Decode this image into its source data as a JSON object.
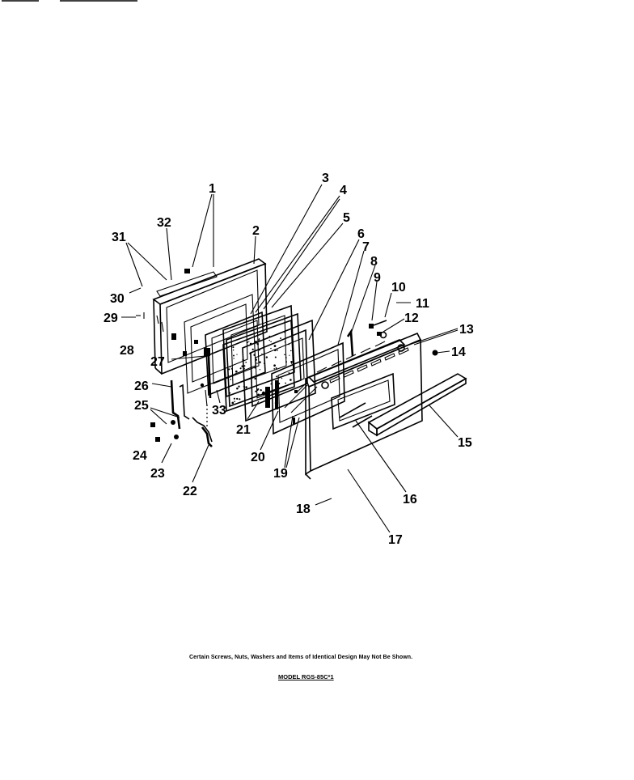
{
  "diagram": {
    "labels": [
      "1",
      "2",
      "3",
      "4",
      "5",
      "6",
      "7",
      "8",
      "9",
      "10",
      "11",
      "12",
      "13",
      "14",
      "15",
      "16",
      "17",
      "18",
      "19",
      "20",
      "21",
      "22",
      "23",
      "24",
      "25",
      "26",
      "27",
      "28",
      "29",
      "30",
      "31",
      "32",
      "33"
    ],
    "footnote": "Certain Screws, Nuts, Washers and Items of Identical Design May Not Be Shown.",
    "model": "MODEL RGS-85C*1"
  }
}
